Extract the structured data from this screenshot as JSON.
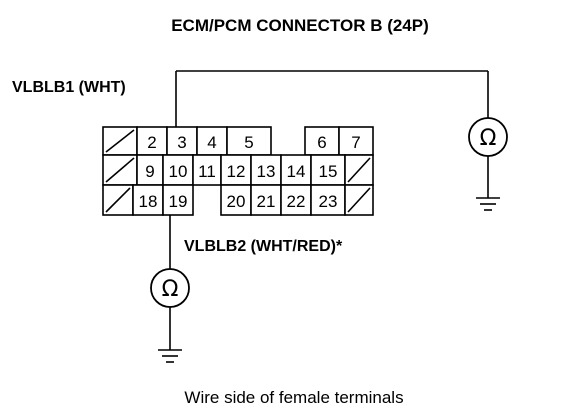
{
  "title": "ECM/PCM CONNECTOR B (24P)",
  "wire1_label": "VLBLB1 (WHT)",
  "wire2_label": "VLBLB2 (WHT/RED)*",
  "caption": "Wire side of female terminals",
  "ohmmeter_symbol": "Ω",
  "connector": {
    "rows": [
      [
        "",
        "2",
        "3",
        "4",
        "5",
        "",
        "6",
        "7"
      ],
      [
        "",
        "9",
        "10",
        "11",
        "12",
        "13",
        "14",
        "15",
        ""
      ],
      [
        "",
        "18",
        "19",
        "",
        "20",
        "21",
        "22",
        "23",
        ""
      ]
    ]
  },
  "icons": [
    "ohmmeter-icon",
    "ground-icon"
  ]
}
